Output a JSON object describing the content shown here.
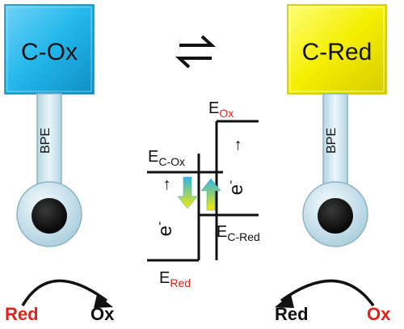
{
  "left_cell": {
    "box_label": "C-Ox",
    "stem_label": "BPE",
    "box_color": "#2bb8e9"
  },
  "right_cell": {
    "box_label": "C-Red",
    "stem_label": "BPE",
    "box_color": "#f6f200"
  },
  "equilibrium_symbol": "⇌",
  "energy_diagram": {
    "e_ox": {
      "main": "E",
      "sub": "Ox"
    },
    "e_c_ox": {
      "main": "E",
      "sub": "C-Ox"
    },
    "e_c_red": {
      "main": "E",
      "sub": "C-Red"
    },
    "e_red": {
      "main": "E",
      "sub": "Red"
    },
    "electron_left": "e",
    "electron_right": "e",
    "electron_sup": "-",
    "arrow_glyph": "→"
  },
  "bottom_left": {
    "red": "Red",
    "ox": "Ox"
  },
  "bottom_right": {
    "red": "Red",
    "ox": "Ox"
  },
  "colors": {
    "red_text": "#e0221b",
    "dark": "#111111",
    "stem_fill": "#cfe3ec",
    "stem_stroke": "#8db3c4"
  }
}
